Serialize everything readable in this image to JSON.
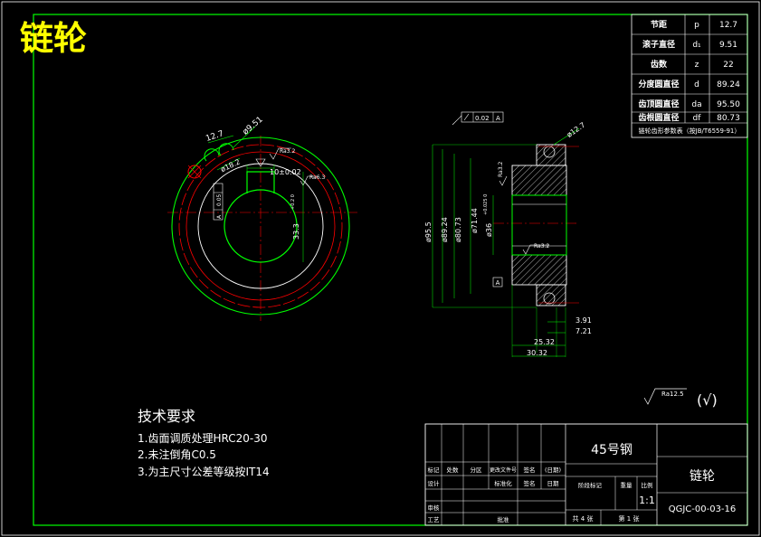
{
  "title": "链轮",
  "colors": {
    "background": "#000000",
    "frame": "#00ff00",
    "title": "#ffff00",
    "outline": "#ffffff",
    "teeth": "#ff0000",
    "hatch": "#ffffff"
  },
  "params": {
    "rows": [
      {
        "name": "节距",
        "sym": "p",
        "val": "12.7"
      },
      {
        "name": "滚子直径",
        "sym": "d₁",
        "val": "9.51"
      },
      {
        "name": "齿数",
        "sym": "z",
        "val": "22"
      },
      {
        "name": "分度圆直径",
        "sym": "d",
        "val": "89.24"
      },
      {
        "name": "齿顶圆直径",
        "sym": "da",
        "val": "95.50"
      },
      {
        "name": "齿根圆直径",
        "sym": "df",
        "val": "80.73"
      }
    ],
    "footer": "链轮齿形参数表（按JB/T6559-91）"
  },
  "front_view": {
    "pitch": "12.7",
    "d1": "ø9.51",
    "d2": "ø18.2",
    "ra_bore": "Ra3.2",
    "keyway_width": "10±0.02",
    "ra_key": "Ra6.3",
    "key_depth": "33.3",
    "key_tol": "+0.2 0",
    "symmetry_val": "0.05",
    "symmetry_ref": "A"
  },
  "side_view": {
    "runout_val": "0.02",
    "runout_ref": "A",
    "tooth_pitch": "ø12.7",
    "d_tip": "ø95.5",
    "d_pitch": "ø89.24",
    "d_root": "ø80.73",
    "d_hub": "ø71.44",
    "d_bore": "ø36",
    "d_bore_tol": "+0.025 0",
    "ra_top": "Ra3.2",
    "ra_bottom": "Ra3.2",
    "datum": "A",
    "dim_391": "3.91",
    "dim_721": "7.21",
    "dim_2532": "25.32",
    "dim_3032": "30.32"
  },
  "notes": {
    "heading": "技术要求",
    "items": [
      "1.齿面调质处理HRC20-30",
      "2.未注倒角C0.5",
      "3.为主尺寸公差等级按IT14"
    ]
  },
  "roughness": {
    "value": "Ra12.5",
    "rest": "(√)"
  },
  "title_block": {
    "material": "45号钢",
    "part_name": "链轮",
    "drawing_no": "QGJC-00-03-16",
    "scale": "1:1",
    "row1": [
      "标记",
      "处数",
      "分区",
      "更改文件号",
      "签名",
      "(日期)"
    ],
    "label_design": "设计",
    "label_std": "标准化",
    "label_sign": "签名",
    "label_date": "日期",
    "label_check": "审核",
    "label_process": "工艺",
    "label_approve": "批准",
    "label_stage": "阶段标记",
    "label_weight": "重量",
    "label_ratio": "比例",
    "sheets_total": "共 4 张",
    "sheet_no": "第 1 张"
  }
}
